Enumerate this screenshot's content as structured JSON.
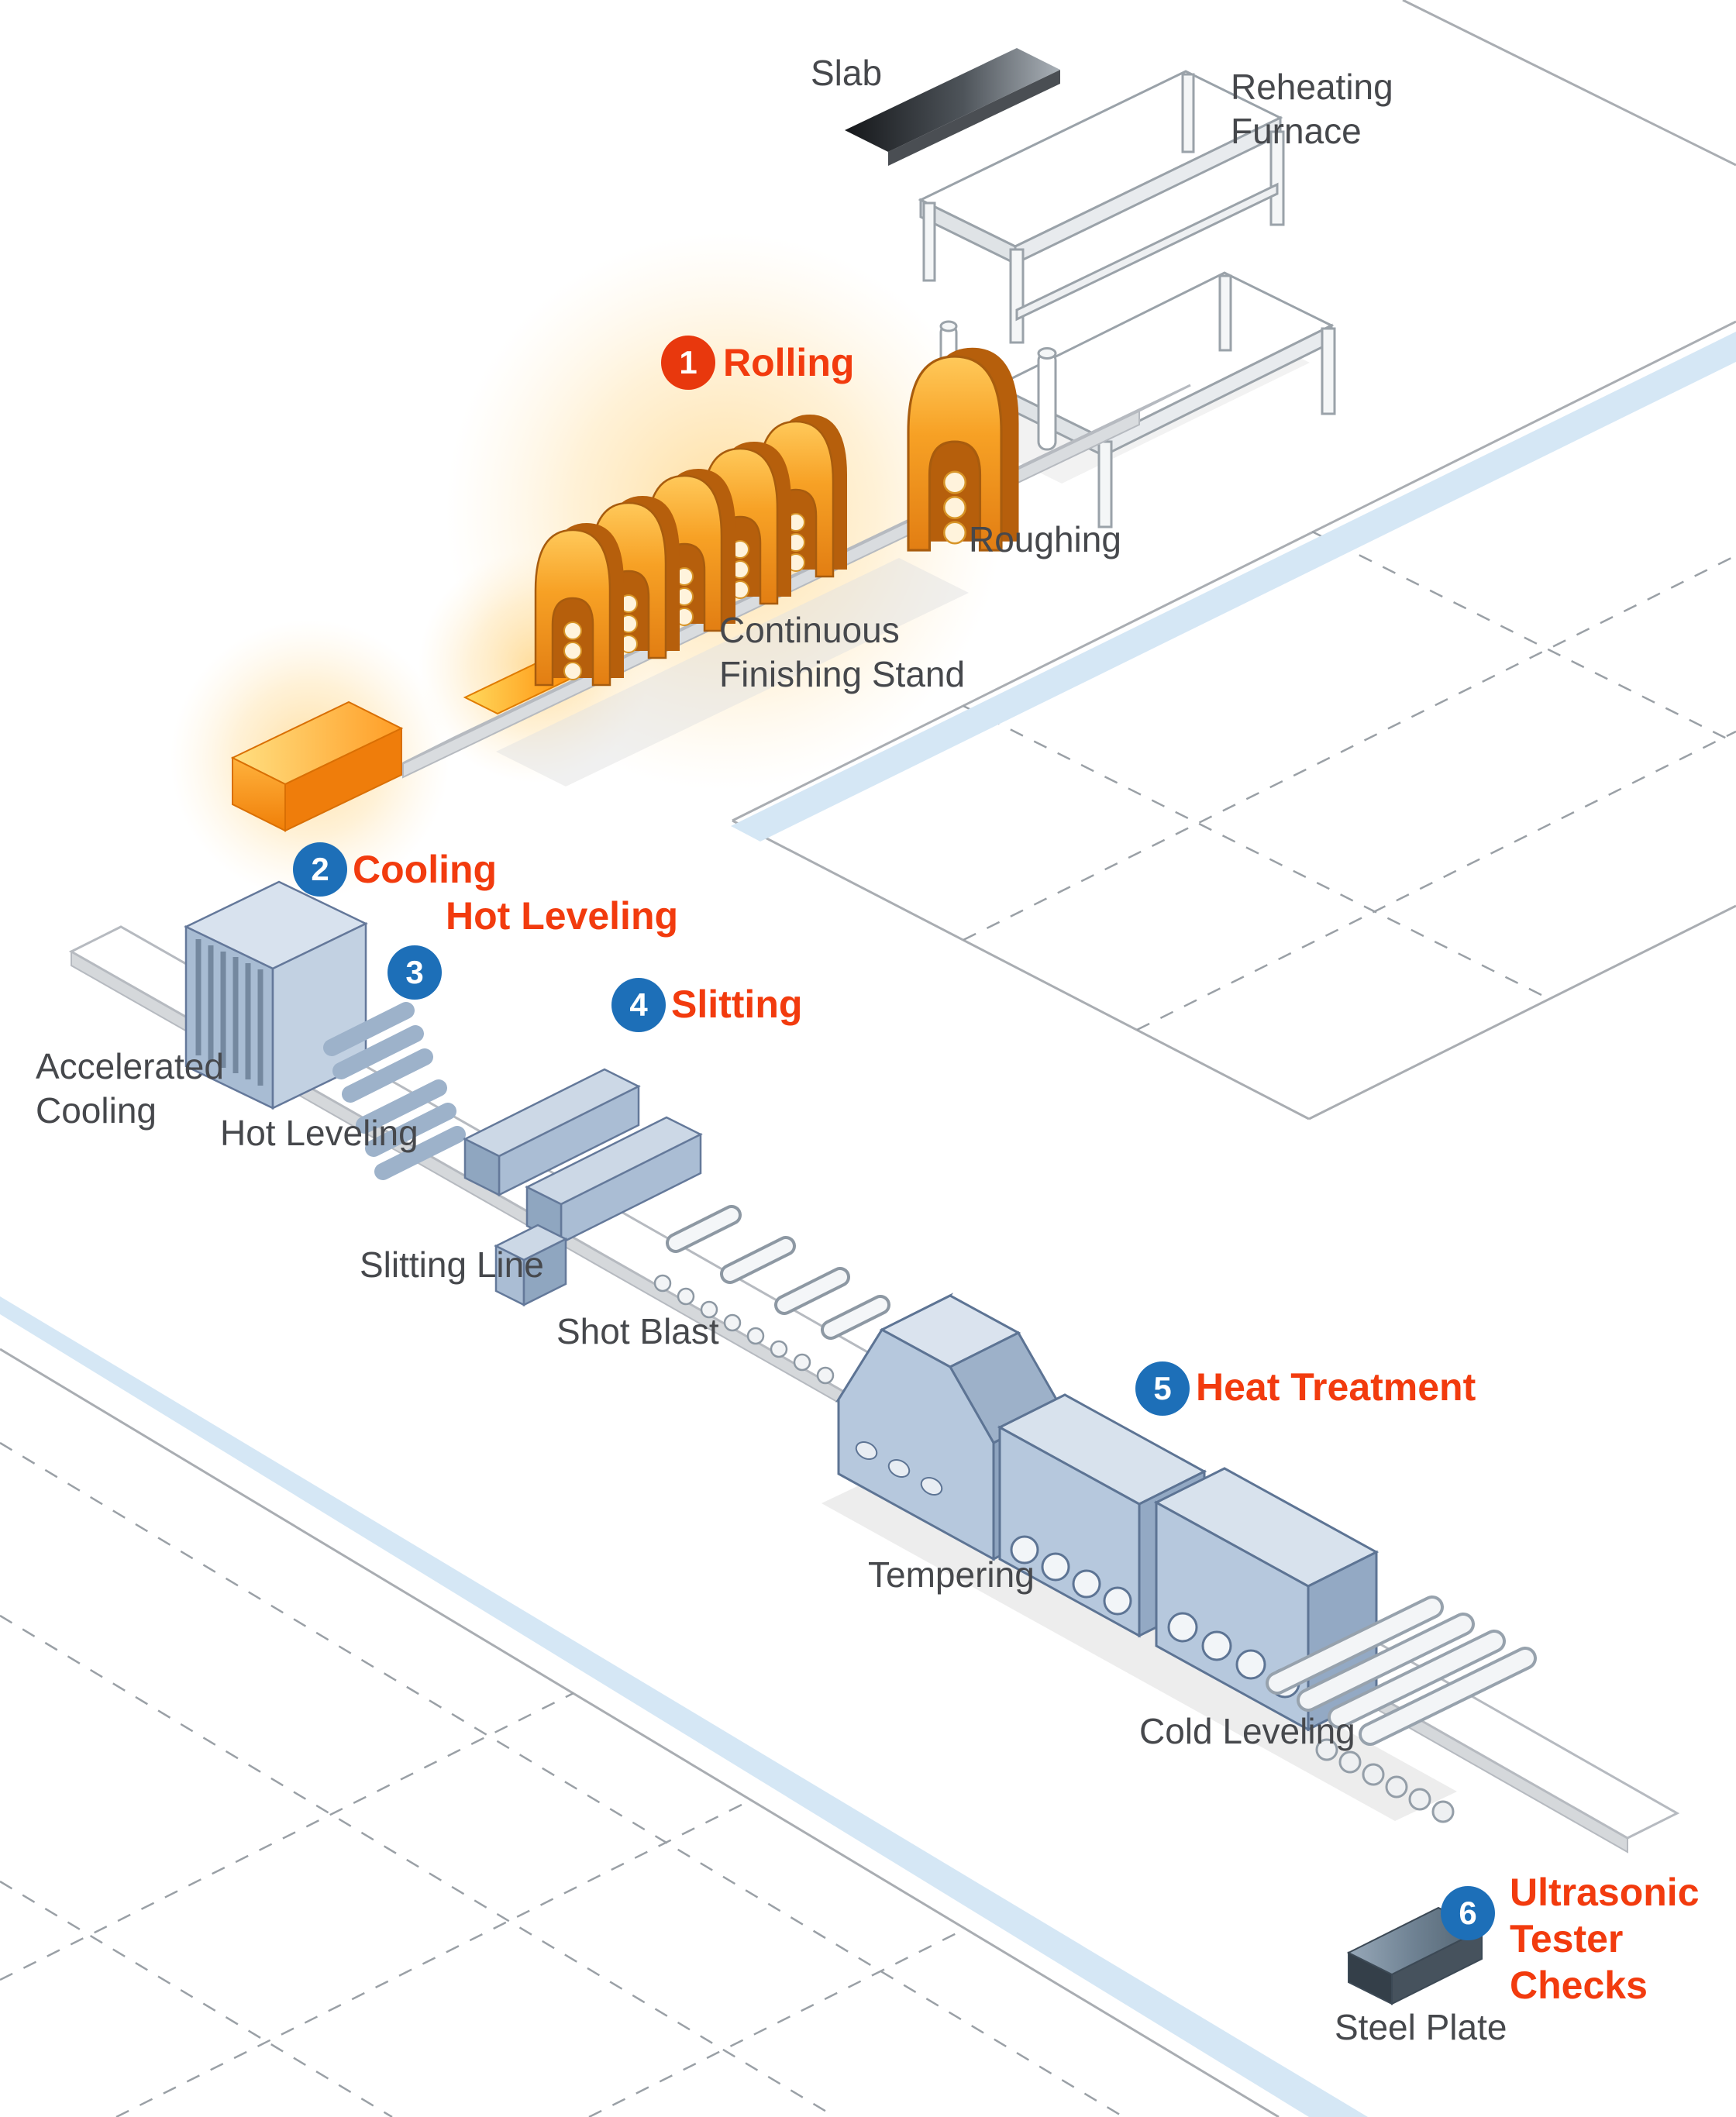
{
  "colors": {
    "step_label_red": "#f23b0e",
    "badge_red": "#e8380d",
    "badge_blue": "#1d6fb8",
    "label_gray": "#46484c",
    "hot_orange": "#f7a125",
    "machine_blue": "#b6c8dd",
    "floor_band_blue": "#d5e7f5",
    "steel_dark": "#51626f"
  },
  "steps": [
    {
      "num": "1",
      "label": "Rolling"
    },
    {
      "num": "2",
      "label": "Cooling"
    },
    {
      "num": "3",
      "label": "Hot Leveling"
    },
    {
      "num": "4",
      "label": "Slitting"
    },
    {
      "num": "5",
      "label": "Heat Treatment"
    },
    {
      "num": "6",
      "label": "Ultrasonic Tester Checks"
    }
  ],
  "labels": {
    "slab": "Slab",
    "reheating_furnace": "Reheating Furnace",
    "roughing": "Roughing",
    "continuous_finishing_stand": "Continuous Finishing Stand",
    "accelerated_cooling": "Accelerated Cooling",
    "hot_leveling": "Hot Leveling",
    "slitting_line": "Slitting Line",
    "shot_blast": "Shot Blast",
    "tempering": "Tempering",
    "cold_leveling": "Cold Leveling",
    "steel_plate": "Steel Plate"
  }
}
